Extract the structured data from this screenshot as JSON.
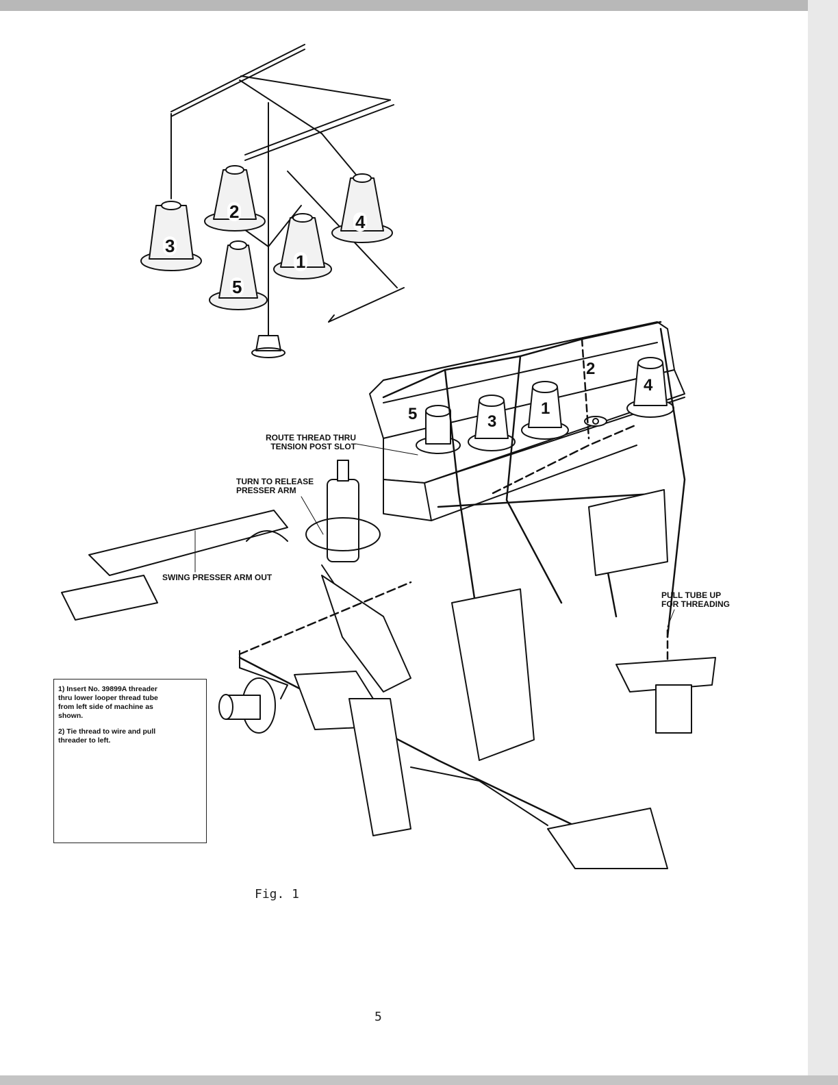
{
  "cone_labels": [
    "3",
    "2",
    "1",
    "4",
    "5"
  ],
  "post_labels": [
    "5",
    "3",
    "1",
    "2",
    "4"
  ],
  "callouts": {
    "route_thread": "ROUTE THREAD THRU\nTENSION POST SLOT",
    "release_presser": "TURN TO RELEASE\nPRESSER ARM",
    "swing_presser": "SWING PRESSER ARM OUT",
    "pull_tube": "PULL TUBE UP\nFOR THREADING"
  },
  "inset": {
    "step1": "1) Insert No. 39899A threader thru lower looper thread tube from left side of machine as shown.",
    "step2": "2) Tie thread to wire and pull threader to left."
  },
  "caption": "Fig. 1",
  "page_number": "5",
  "colors": {
    "ink": "#111111",
    "cone_fill": "#f2f2f2",
    "band": "#b8b8b8"
  }
}
